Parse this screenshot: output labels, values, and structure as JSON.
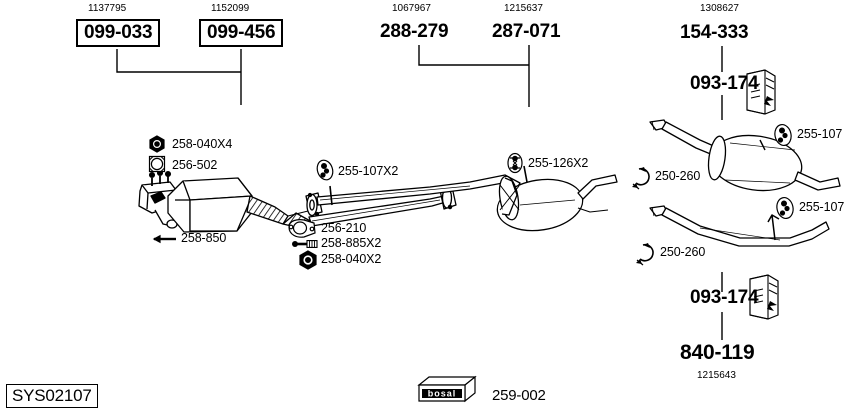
{
  "diagram": {
    "system_code": "SYS02107",
    "brand": "bosal",
    "brand_part": "259-002"
  },
  "top_groups": [
    {
      "oem": "1137795",
      "code": "099-033",
      "boxed": true
    },
    {
      "oem": "1152099",
      "code": "099-456",
      "boxed": true
    },
    {
      "oem": "1067967",
      "code": "288-279",
      "boxed": false
    },
    {
      "oem": "1215637",
      "code": "287-071",
      "boxed": false
    },
    {
      "oem": "1308627",
      "code": "154-333",
      "boxed": false
    }
  ],
  "right_groups": [
    {
      "code": "093-174",
      "icon": "rubber-mount-icon"
    },
    {
      "code": "093-174",
      "icon": "rubber-mount-icon"
    },
    {
      "code": "840-119",
      "oem": "1215643",
      "boxed": false
    }
  ],
  "accessories": [
    {
      "id": "a1",
      "label": "258-040X4",
      "icon": "hex-nut-icon"
    },
    {
      "id": "a2",
      "label": "256-502",
      "icon": "square-gasket-icon"
    },
    {
      "id": "a3",
      "label": "258-850",
      "icon": "arrow-marker-icon"
    },
    {
      "id": "a4",
      "label": "255-107X2",
      "icon": "rubber-hanger-icon"
    },
    {
      "id": "a5",
      "label": "255-126X2",
      "icon": "rubber-hanger-icon"
    },
    {
      "id": "a6",
      "label": "256-210",
      "icon": "oval-gasket-icon"
    },
    {
      "id": "a7",
      "label": "258-885X2",
      "icon": "bolt-icon"
    },
    {
      "id": "a8",
      "label": "258-040X2",
      "icon": "hex-nut-icon"
    },
    {
      "id": "a9",
      "label": "250-260",
      "icon": "clamp-icon"
    },
    {
      "id": "a10",
      "label": "255-107",
      "icon": "rubber-hanger-icon"
    },
    {
      "id": "a11",
      "label": "250-260",
      "icon": "clamp-icon"
    },
    {
      "id": "a12",
      "label": "255-107",
      "icon": "rubber-hanger-icon"
    }
  ],
  "components": [
    {
      "id": "c1",
      "name": "catalytic-converter"
    },
    {
      "id": "c2",
      "name": "front-pipe"
    },
    {
      "id": "c3",
      "name": "centre-pipe"
    },
    {
      "id": "c4",
      "name": "centre-silencer"
    },
    {
      "id": "c5",
      "name": "rear-silencer"
    },
    {
      "id": "c6",
      "name": "tail-pipe"
    }
  ],
  "colors": {
    "line": "#000000",
    "fill": "#ffffff",
    "shade": "#d9d9d9"
  }
}
